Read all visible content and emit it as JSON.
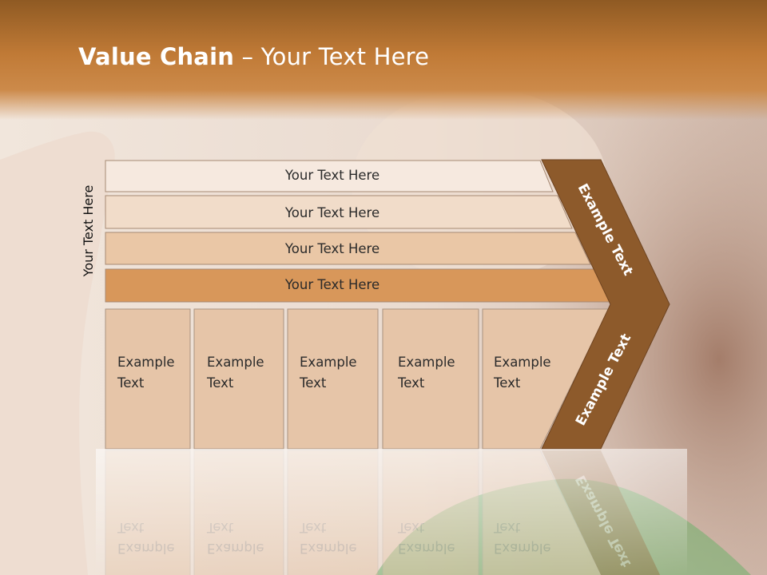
{
  "title": {
    "bold": "Value Chain",
    "rest": " – Your Text Here"
  },
  "side_label": "Your Text Here",
  "rows": [
    {
      "label": "Your Text Here"
    },
    {
      "label": "Your Text Here"
    },
    {
      "label": "Your Text Here"
    },
    {
      "label": "Your Text Here"
    }
  ],
  "boxes": [
    {
      "line1": "Example",
      "line2": "Text"
    },
    {
      "line1": "Example",
      "line2": "Text"
    },
    {
      "line1": "Example",
      "line2": "Text"
    },
    {
      "line1": "Example",
      "line2": "Text"
    },
    {
      "line1": "Example",
      "line2": "Text"
    }
  ],
  "arrow_upper_label": "Example Text",
  "arrow_lower_label": "Example Text",
  "colors": {
    "header": "#b8732f",
    "chevron": "#8d5a2b",
    "row_fills": [
      "#f6e9df",
      "#f1dcc9",
      "#eac7a6",
      "#d8975a"
    ],
    "box_fill": "#e6c5a8"
  }
}
